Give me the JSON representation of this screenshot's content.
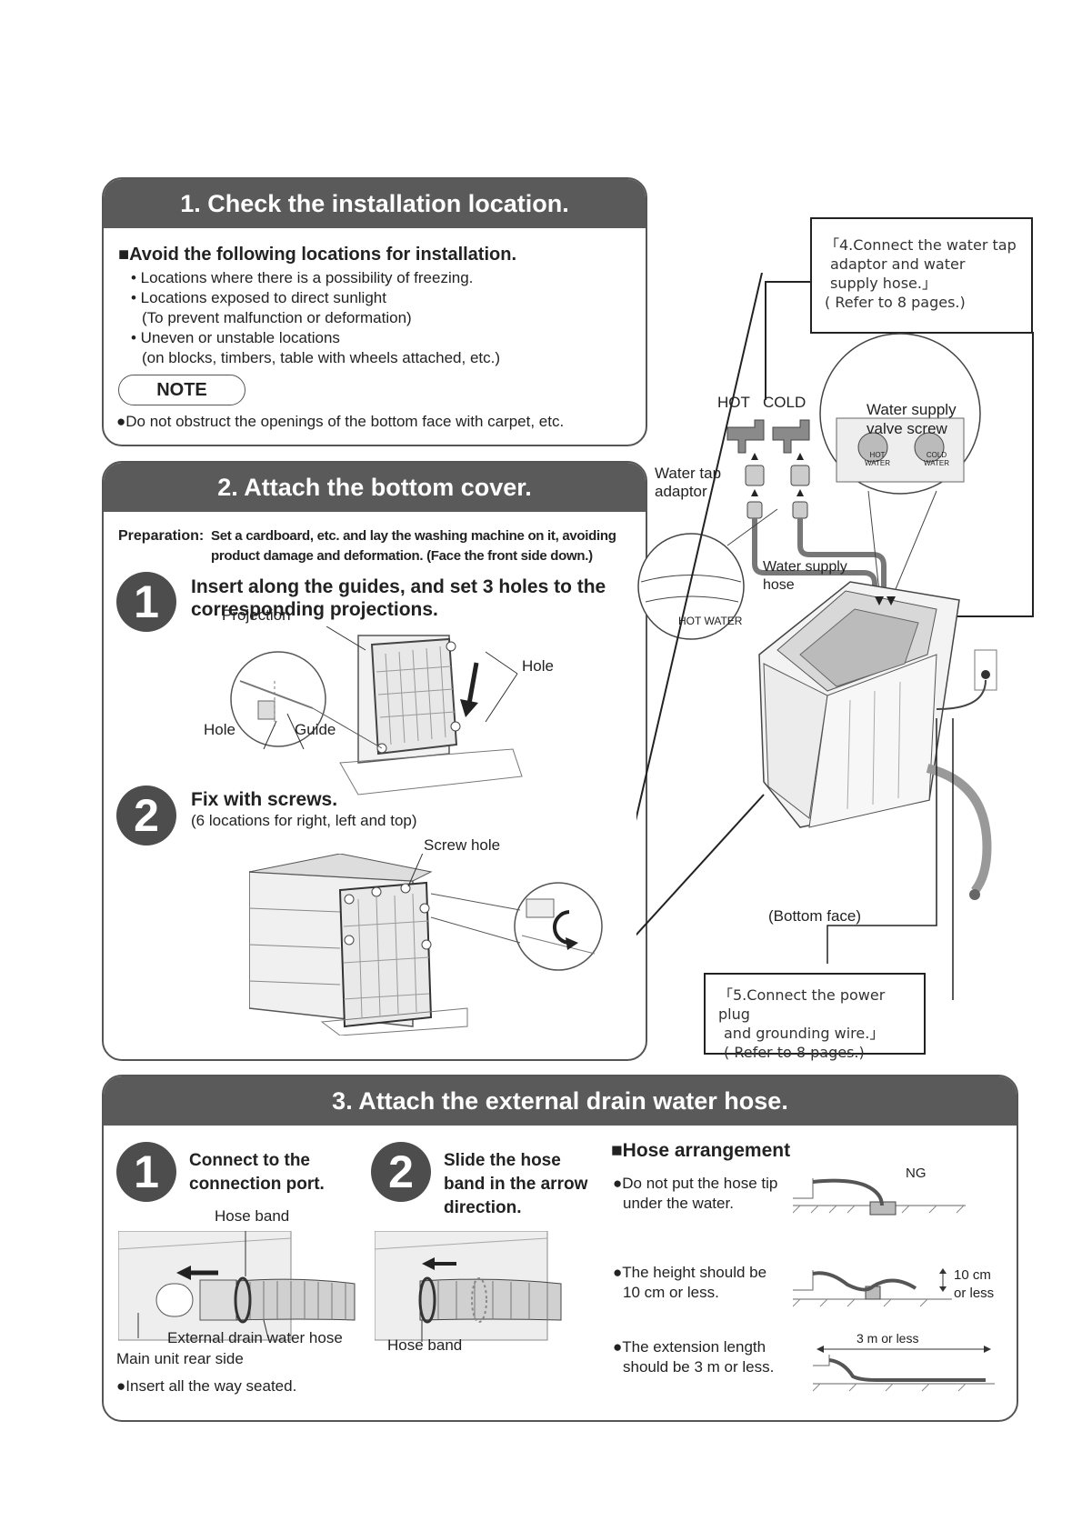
{
  "section1": {
    "title": "1. Check the installation location.",
    "heading": "■Avoid the following locations for installation.",
    "items": [
      "• Locations where there is a possibility of freezing.",
      "• Locations exposed to direct sunlight",
      "(To prevent malfunction or deformation)",
      "• Uneven or unstable locations",
      "(on blocks, timbers, table with wheels attached, etc.)"
    ],
    "note_label": "NOTE",
    "note_text": "●Do not obstruct the openings of the bottom face with carpet, etc."
  },
  "section2": {
    "title": "2. Attach the bottom cover.",
    "prep_label": "Preparation:",
    "prep_line1": "Set a cardboard, etc. and lay the washing machine on it, avoiding",
    "prep_line2": "product damage and deformation. (Face the front side down.)",
    "step1": {
      "num": "1",
      "line1": "Insert along the guides, and set 3 holes to the",
      "line2": "corresponding projections.",
      "label_projection": "Projection",
      "label_hole_right": "Hole",
      "label_hole_left": "Hole",
      "label_guide": "Guide"
    },
    "step2": {
      "num": "2",
      "title": "Fix with screws.",
      "subtitle": "(6 locations for right, left and top)",
      "label_screw_hole": "Screw hole"
    }
  },
  "section3": {
    "title": "3. Attach the external drain water hose.",
    "step1": {
      "num": "1",
      "line1": "Connect to the",
      "line2": "connection port.",
      "label_hose_band": "Hose band",
      "label_external": "External drain water hose",
      "label_rear": "Main unit rear side",
      "note": "●Insert all the way seated."
    },
    "step2": {
      "num": "2",
      "line1": "Slide the hose",
      "line2": "band in the arrow",
      "line3": "direction.",
      "label_hose_band": "Hose band"
    },
    "arrangement": {
      "heading": "■Hose arrangement",
      "item1_line1": "●Do not put the hose tip",
      "item1_line2": "under the water.",
      "item1_tag": "NG",
      "item2_line1": "●The height should be",
      "item2_line2": "10 cm or less.",
      "item2_tag_line1": "10 cm",
      "item2_tag_line2": "or less",
      "item3_line1": "●The extension length",
      "item3_line2": "should be 3 m or less.",
      "item3_tag": "3 m or less"
    }
  },
  "right": {
    "callout4_lines": [
      "「4.Connect the water tap",
      "adaptor and water",
      "supply hose.」",
      "( Refer to 8 pages.)"
    ],
    "label_hot": "HOT",
    "label_cold": "COLD",
    "valve_line1": "Water supply",
    "valve_line2": "valve screw",
    "valve_hot": "HOT WATER",
    "valve_cold": "COLD WATER",
    "adaptor_line1": "Water tap",
    "adaptor_line2": "adaptor",
    "hose_line1": "Water supply",
    "hose_line2": "hose",
    "hot_water_tag": "HOT WATER",
    "bottom_face": "(Bottom face)",
    "callout5_lines": [
      "「5.Connect the power plug",
      "and grounding wire.」",
      "( Refer to 8 pages.)"
    ]
  }
}
